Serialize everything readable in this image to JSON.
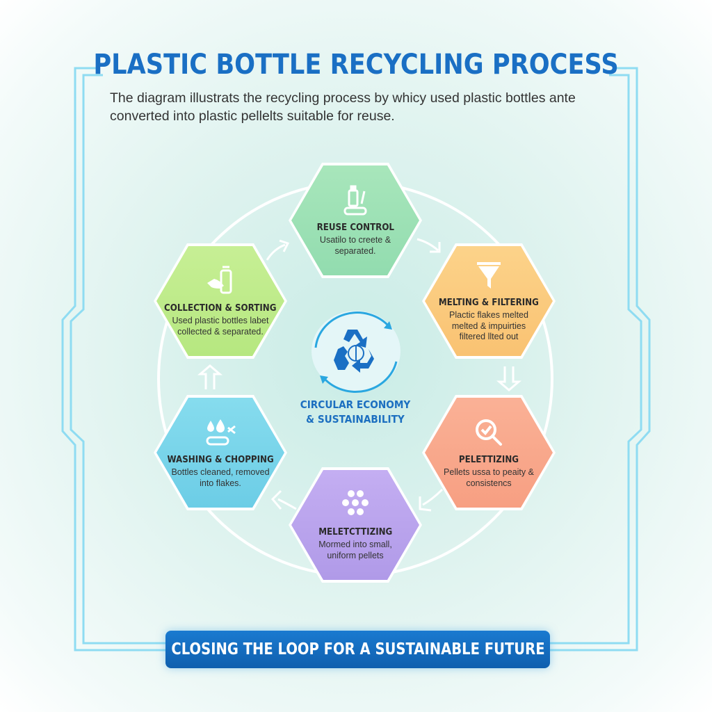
{
  "title": "PLASTIC BOTTLE RECYCLING PROCESS",
  "subtitle": "The diagram illustrats the recycling process by whicy used plastic bottles ante converted into plastic pellelts suitable for reuse.",
  "steps": [
    {
      "title": "REUSE CONTROL",
      "desc": "Usatilo to creete & separated.",
      "color": "#9fe0b4",
      "icon": "bottle-conveyor-icon"
    },
    {
      "title": "MELTING & FILTERING",
      "desc": "Plactic flakes melted melted & impuirties filtered llted out",
      "color": "#fbcb7c",
      "icon": "funnel-icon"
    },
    {
      "title": "PELETTIZING",
      "desc": "Pellets ussa to peaity & consistencs",
      "color": "#f9a88a",
      "icon": "magnifier-check-icon"
    },
    {
      "title": "MELETCTTIZING",
      "desc": "Mormed into small, uniform pellets",
      "color": "#bea6ee",
      "icon": "pellets-icon"
    },
    {
      "title": "WASHING & CHOPPING",
      "desc": "Bottles cleaned, removed into flakes.",
      "color": "#78d4ea",
      "icon": "water-scissors-icon"
    },
    {
      "title": "COLLECTION & SORTING",
      "desc": "Used plastic bottles labet collected & separated.",
      "color": "#bfec8a",
      "icon": "hand-bottle-icon"
    }
  ],
  "center": {
    "line1": "CIRCULAR ECONOMY",
    "line2": "& SUSTAINABILITY",
    "icon": "recycle-brain-icon"
  },
  "banner": "CLOSING THE LOOP FOR A SUSTAINABLE FUTURE",
  "colors": {
    "accent": "#1a6fc4",
    "frame": "#7fd6ef"
  }
}
